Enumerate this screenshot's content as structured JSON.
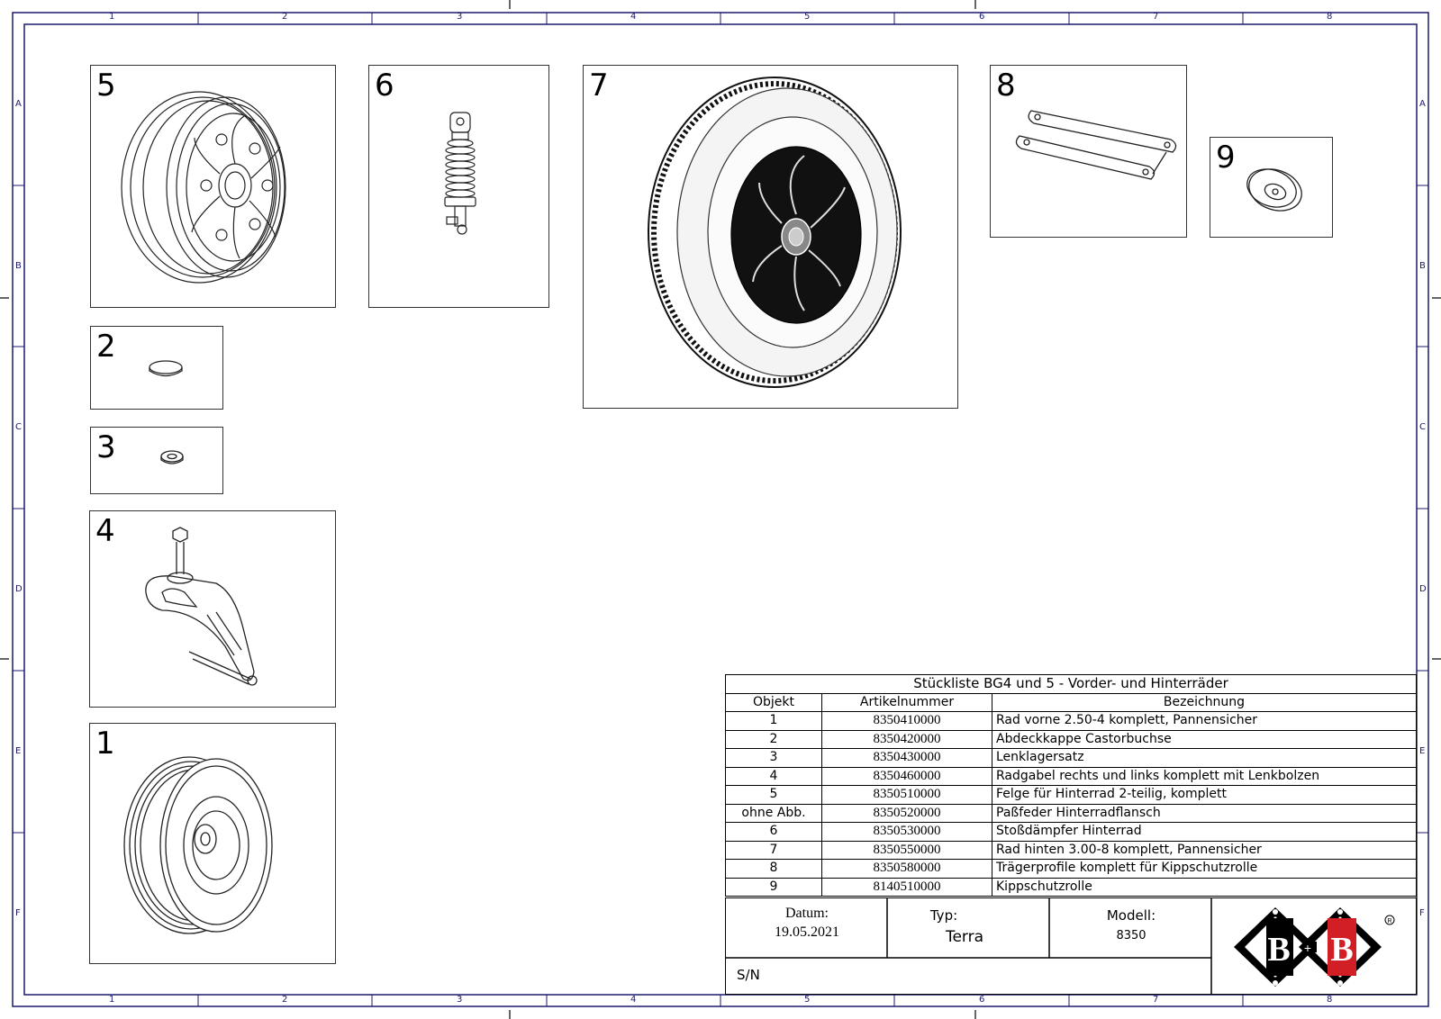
{
  "drawing": {
    "column_numbers": [
      "1",
      "2",
      "3",
      "4",
      "5",
      "6",
      "7",
      "8"
    ],
    "row_letters": [
      "A",
      "B",
      "C",
      "D",
      "E",
      "F"
    ]
  },
  "parts": [
    {
      "number": "5",
      "icon": "rim-wheel-icon"
    },
    {
      "number": "6",
      "icon": "shock-absorber-icon"
    },
    {
      "number": "7",
      "icon": "rear-wheel-icon"
    },
    {
      "number": "8",
      "icon": "carrier-profile-icon"
    },
    {
      "number": "9",
      "icon": "anti-tip-roller-icon"
    },
    {
      "number": "2",
      "icon": "cover-cap-icon"
    },
    {
      "number": "3",
      "icon": "bearing-icon"
    },
    {
      "number": "4",
      "icon": "wheel-fork-icon"
    },
    {
      "number": "1",
      "icon": "front-wheel-icon"
    }
  ],
  "bom": {
    "title": "Stückliste BG4 und 5 - Vorder- und Hinterräder",
    "headers": {
      "object": "Objekt",
      "article": "Artikelnummer",
      "description": "Bezeichnung"
    },
    "rows": [
      {
        "object": "1",
        "article": "8350410000",
        "description": "Rad vorne 2.50-4  komplett, Pannensicher"
      },
      {
        "object": "2",
        "article": "8350420000",
        "description": "Abdeckkappe Castorbuchse"
      },
      {
        "object": "3",
        "article": "8350430000",
        "description": "Lenklagersatz"
      },
      {
        "object": "4",
        "article": "8350460000",
        "description": "Radgabel rechts und links komplett mit Lenkbolzen"
      },
      {
        "object": "5",
        "article": "8350510000",
        "description": "Felge für Hinterrad 2-teilig, komplett"
      },
      {
        "object": "ohne Abb.",
        "article": "8350520000",
        "description": "Paßfeder Hinterradflansch"
      },
      {
        "object": "6",
        "article": "8350530000",
        "description": "Stoßdämpfer Hinterrad"
      },
      {
        "object": "7",
        "article": "8350550000",
        "description": "Rad hinten 3.00-8 komplett, Pannensicher"
      },
      {
        "object": "8",
        "article": "8350580000",
        "description": "Trägerprofile komplett für Kippschutzrolle"
      },
      {
        "object": "9",
        "article": "8140510000",
        "description": "Kippschutzrolle"
      }
    ]
  },
  "title_block": {
    "date_label": "Datum:",
    "date_value": "19.05.2021",
    "type_label": "Typ:",
    "type_value": "Terra",
    "model_label": "Modell:",
    "model_value": "8350",
    "serial_label": "S/N",
    "logo_text": "B+B",
    "colors": {
      "logo_black": "#000000",
      "logo_red": "#d21f26",
      "frame_blue": "#1a1a6e"
    }
  }
}
